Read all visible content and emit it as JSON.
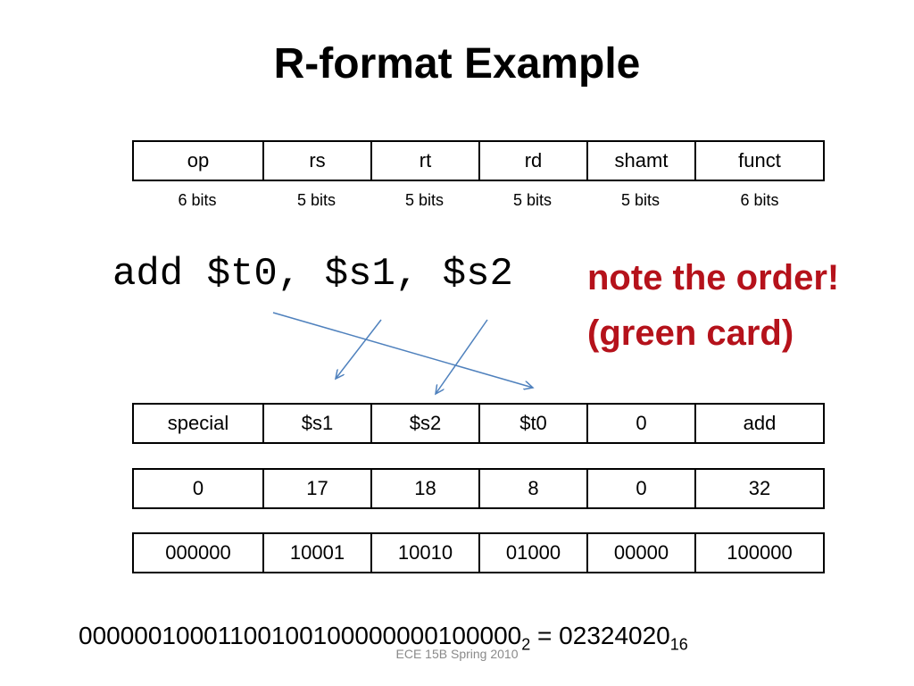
{
  "title": "R-format Example",
  "header_row": [
    "op",
    "rs",
    "rt",
    "rd",
    "shamt",
    "funct"
  ],
  "bit_widths": [
    "6 bits",
    "5 bits",
    "5 bits",
    "5 bits",
    "5 bits",
    "6 bits"
  ],
  "instruction": "add $t0, $s1, $s2",
  "note": {
    "line1": "note the order!",
    "line2": "(green card)"
  },
  "symbolic_row": [
    "special",
    "$s1",
    "$s2",
    "$t0",
    "0",
    "add"
  ],
  "decimal_row": [
    "0",
    "17",
    "18",
    "8",
    "0",
    "32"
  ],
  "binary_row": [
    "000000",
    "10001",
    "10010",
    "01000",
    "00000",
    "100000"
  ],
  "binary_string": {
    "value": "00000010001100100100000000100000",
    "base": "2",
    "equals": " = ",
    "hex_value": "02324020",
    "hex_base": "16"
  },
  "footer": "ECE 15B Spring 2010",
  "colors": {
    "note": "#b5121b",
    "arrow": "#4f81bd",
    "footer": "#8a8a8a"
  }
}
